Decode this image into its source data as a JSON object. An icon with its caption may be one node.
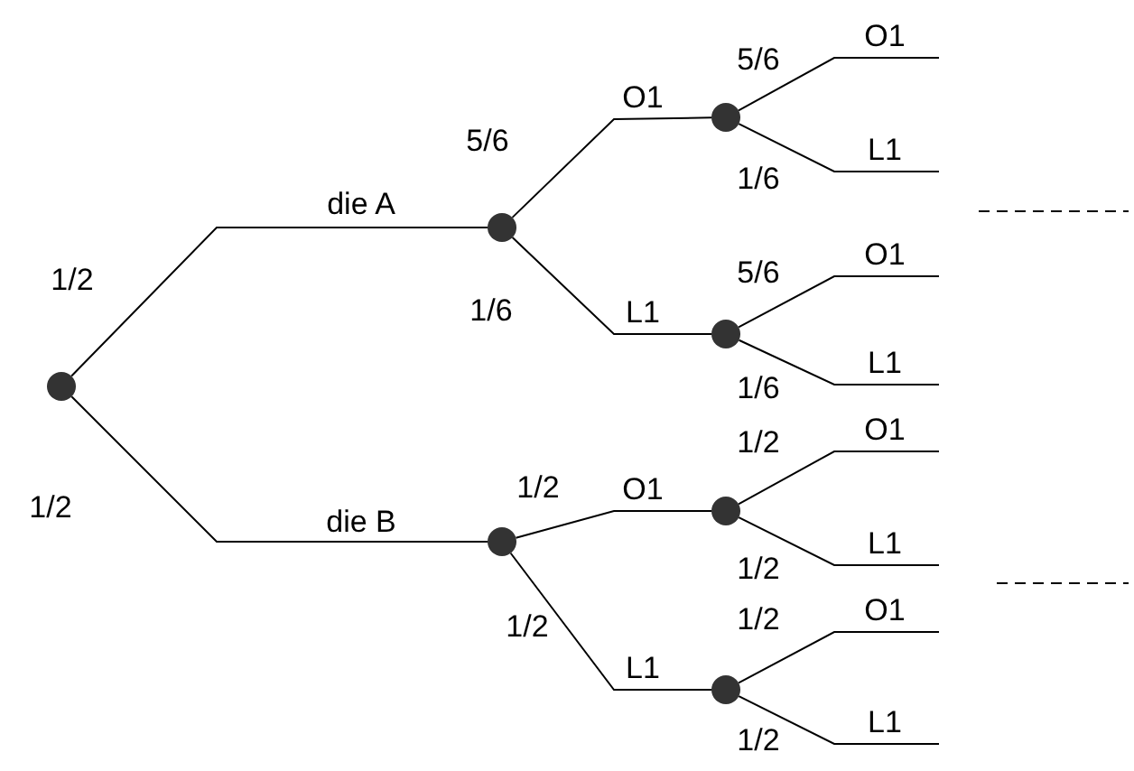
{
  "diagram": {
    "nodes": [
      {
        "text": [],
        "shape": "circle"
      },
      {
        "text": [],
        "shape": "circle"
      },
      {
        "text": [],
        "shape": "circle"
      },
      {
        "text": [],
        "shape": "circle"
      },
      {
        "text": [],
        "shape": "circle"
      },
      {
        "text": [],
        "shape": "circle"
      },
      {
        "text": [],
        "shape": "circle"
      }
    ],
    "edges": [
      {
        "from": 0,
        "to": 1,
        "arrow": "none",
        "label": "die A"
      },
      {
        "from": 0,
        "to": 2,
        "arrow": "none",
        "label": "die B"
      },
      {
        "from": 1,
        "to": 3,
        "arrow": "none",
        "label": "O1"
      },
      {
        "from": 1,
        "to": 4,
        "arrow": "none",
        "label": "L1"
      },
      {
        "from": 2,
        "to": 5,
        "arrow": "none",
        "label": "O1"
      },
      {
        "from": 2,
        "to": 6,
        "arrow": "none",
        "label": "L1"
      },
      {
        "from": 3,
        "to": null,
        "arrow": "none",
        "label": "O1"
      },
      {
        "from": 3,
        "to": null,
        "arrow": "none",
        "label": "L1"
      },
      {
        "from": 4,
        "to": null,
        "arrow": "none",
        "label": "O1"
      },
      {
        "from": 4,
        "to": null,
        "arrow": "none",
        "label": "L1"
      },
      {
        "from": 5,
        "to": null,
        "arrow": "none",
        "label": "O1"
      },
      {
        "from": 5,
        "to": null,
        "arrow": "none",
        "label": "L1"
      },
      {
        "from": 6,
        "to": null,
        "arrow": "none",
        "label": "O1"
      },
      {
        "from": 6,
        "to": null,
        "arrow": "none",
        "label": "L1"
      }
    ],
    "labels": [
      "1/2",
      "1/2",
      "5/6",
      "1/6",
      "1/2",
      "1/2",
      "5/6",
      "1/6",
      "5/6",
      "1/6",
      "1/2",
      "1/2",
      "1/2",
      "1/2"
    ]
  }
}
